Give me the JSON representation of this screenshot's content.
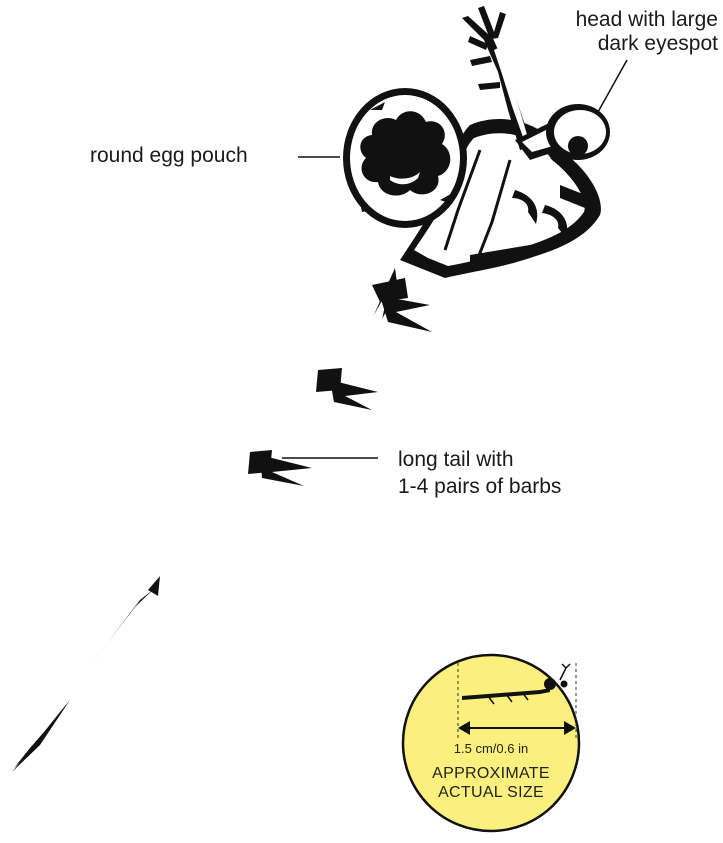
{
  "labels": {
    "head": [
      "head with large",
      "dark eyespot"
    ],
    "pouch": "round egg pouch",
    "tail": [
      "long tail with",
      "1-4 pairs of barbs"
    ]
  },
  "scale_badge": {
    "measure": "1.5 cm/0.6 in",
    "line1": "APPROXIMATE",
    "line2": "ACTUAL SIZE",
    "fill_color": "#fbf07e"
  },
  "colors": {
    "ink": "#111111",
    "text": "#1a1a1a"
  }
}
